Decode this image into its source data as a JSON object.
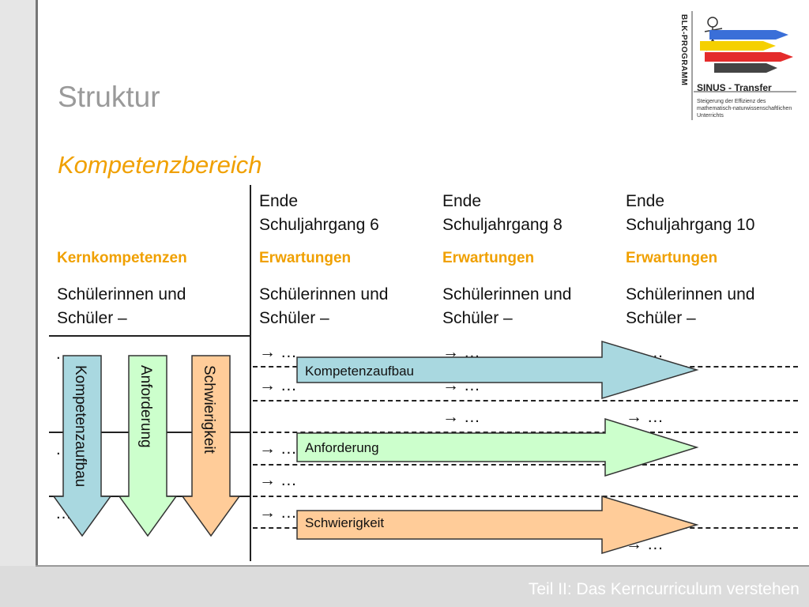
{
  "slide": {
    "title": "Struktur",
    "subtitle": "Kompetenzbereich",
    "footer": "Teil II: Das Kerncurriculum verstehen"
  },
  "logo": {
    "program": "BLK-PROGRAMM",
    "name": "SINUS - Transfer",
    "description": "Steigerung der Effizienz des mathematisch-naturwissenschaftlichen Unterrichts"
  },
  "table": {
    "columns": [
      {
        "header": "Ende\nSchuljahrgang 6",
        "label": "Erwartungen",
        "intro": "Schülerinnen und\nSchüler –"
      },
      {
        "header": "Ende\nSchuljahrgang 8",
        "label": "Erwartungen",
        "intro": "Schülerinnen und\nSchüler –"
      },
      {
        "header": "Ende\nSchuljahrgang 10",
        "label": "Erwartungen",
        "intro": "Schülerinnen und\nSchüler –"
      }
    ],
    "first_col_label": "Kernkompetenzen",
    "first_col_intro": "Schülerinnen und\nSchüler –",
    "ellipsis": "…",
    "arrow_item": "→ …"
  },
  "arrows": {
    "vertical": [
      "Kompetenzaufbau",
      "Anforderung",
      "Schwierigkeit"
    ],
    "horizontal": [
      "Kompetenzaufbau",
      "Anforderung",
      "Schwierigkeit"
    ]
  },
  "colors": {
    "accent": "#f0a000",
    "kompetenzaufbau": "#a9d8e0",
    "anforderung": "#ccffcc",
    "schwierigkeit": "#ffcc99"
  }
}
